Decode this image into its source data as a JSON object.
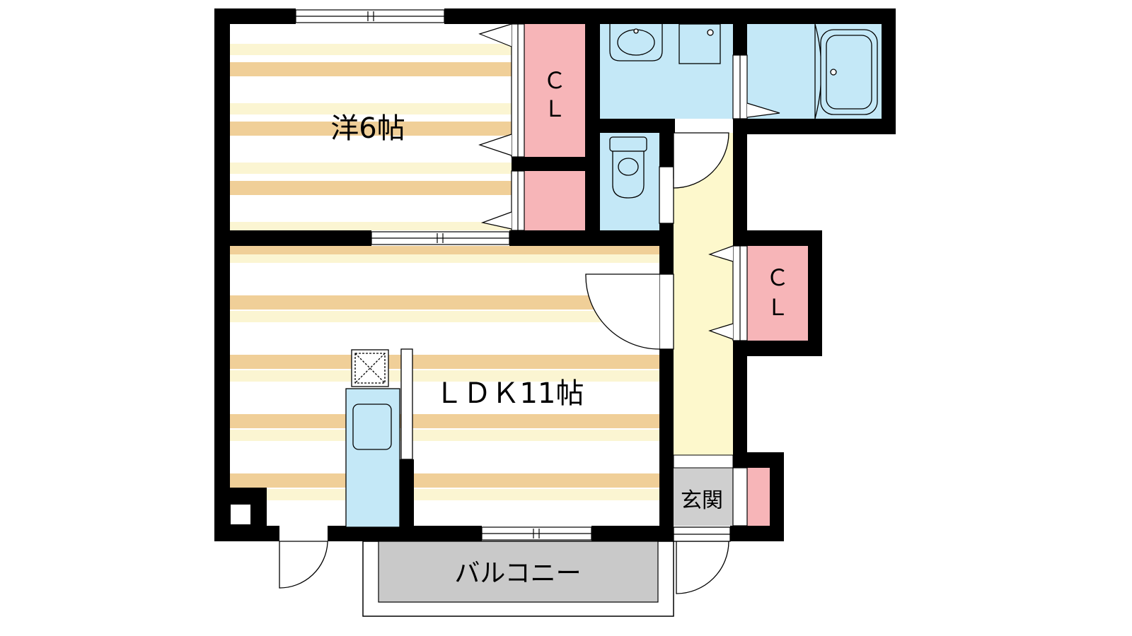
{
  "rooms": {
    "western_room": "洋6帖",
    "ldk": "ＬＤＫ11帖",
    "closet_bedroom": [
      "Ｃ",
      "Ｌ"
    ],
    "closet_hall": [
      "Ｃ",
      "Ｌ"
    ],
    "entrance": "玄関",
    "balcony": "バルコニー"
  },
  "colors": {
    "wall": "#000000",
    "flooring_stripe": "#f0cf98",
    "flooring_light": "#fbf5d2",
    "closet": "#f7b5b8",
    "wet_area": "#c4e8f7",
    "hallway": "#fdf8cc",
    "entrance_floor": "#cfcfcf",
    "balcony_floor": "#c9c9c9"
  }
}
